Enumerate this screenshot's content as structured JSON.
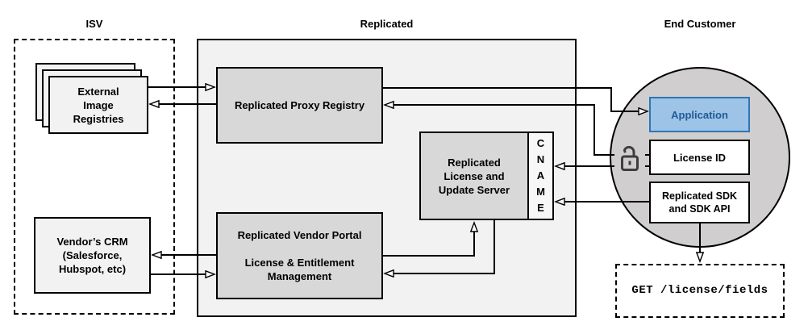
{
  "diagram": {
    "sections": {
      "isv": {
        "title": "ISV"
      },
      "replicated": {
        "title": "Replicated"
      },
      "end_customer": {
        "title": "End Customer"
      }
    },
    "nodes": {
      "external_image_registries": {
        "label": "External\nImage\nRegistries"
      },
      "vendors_crm": {
        "label": "Vendor’s CRM\n(Salesforce,\nHubspot, etc)"
      },
      "replicated_proxy_registry": {
        "label": "Replicated Proxy Registry"
      },
      "replicated_license_update_server": {
        "label": "Replicated\nLicense and\nUpdate Server"
      },
      "cname": {
        "label": "CNAME"
      },
      "replicated_vendor_portal": {
        "label": "Replicated Vendor Portal\n\nLicense & Entitlement\nManagement"
      },
      "application": {
        "label": "Application"
      },
      "license_id": {
        "label": "License ID"
      },
      "replicated_sdk": {
        "label": "Replicated SDK\nand SDK API"
      },
      "get_license_fields": {
        "label": "GET /license/fields"
      }
    },
    "icons": {
      "lock": "open-padlock-icon"
    },
    "colors": {
      "application_fill": "#9dc3e6",
      "application_border": "#2e75b6",
      "application_text": "#1f5a96",
      "inner_box_fill": "#d8d8d8",
      "replicated_region_fill": "#f2f2f2",
      "customer_circle_fill": "#d0cece",
      "line_color": "#000000"
    }
  }
}
